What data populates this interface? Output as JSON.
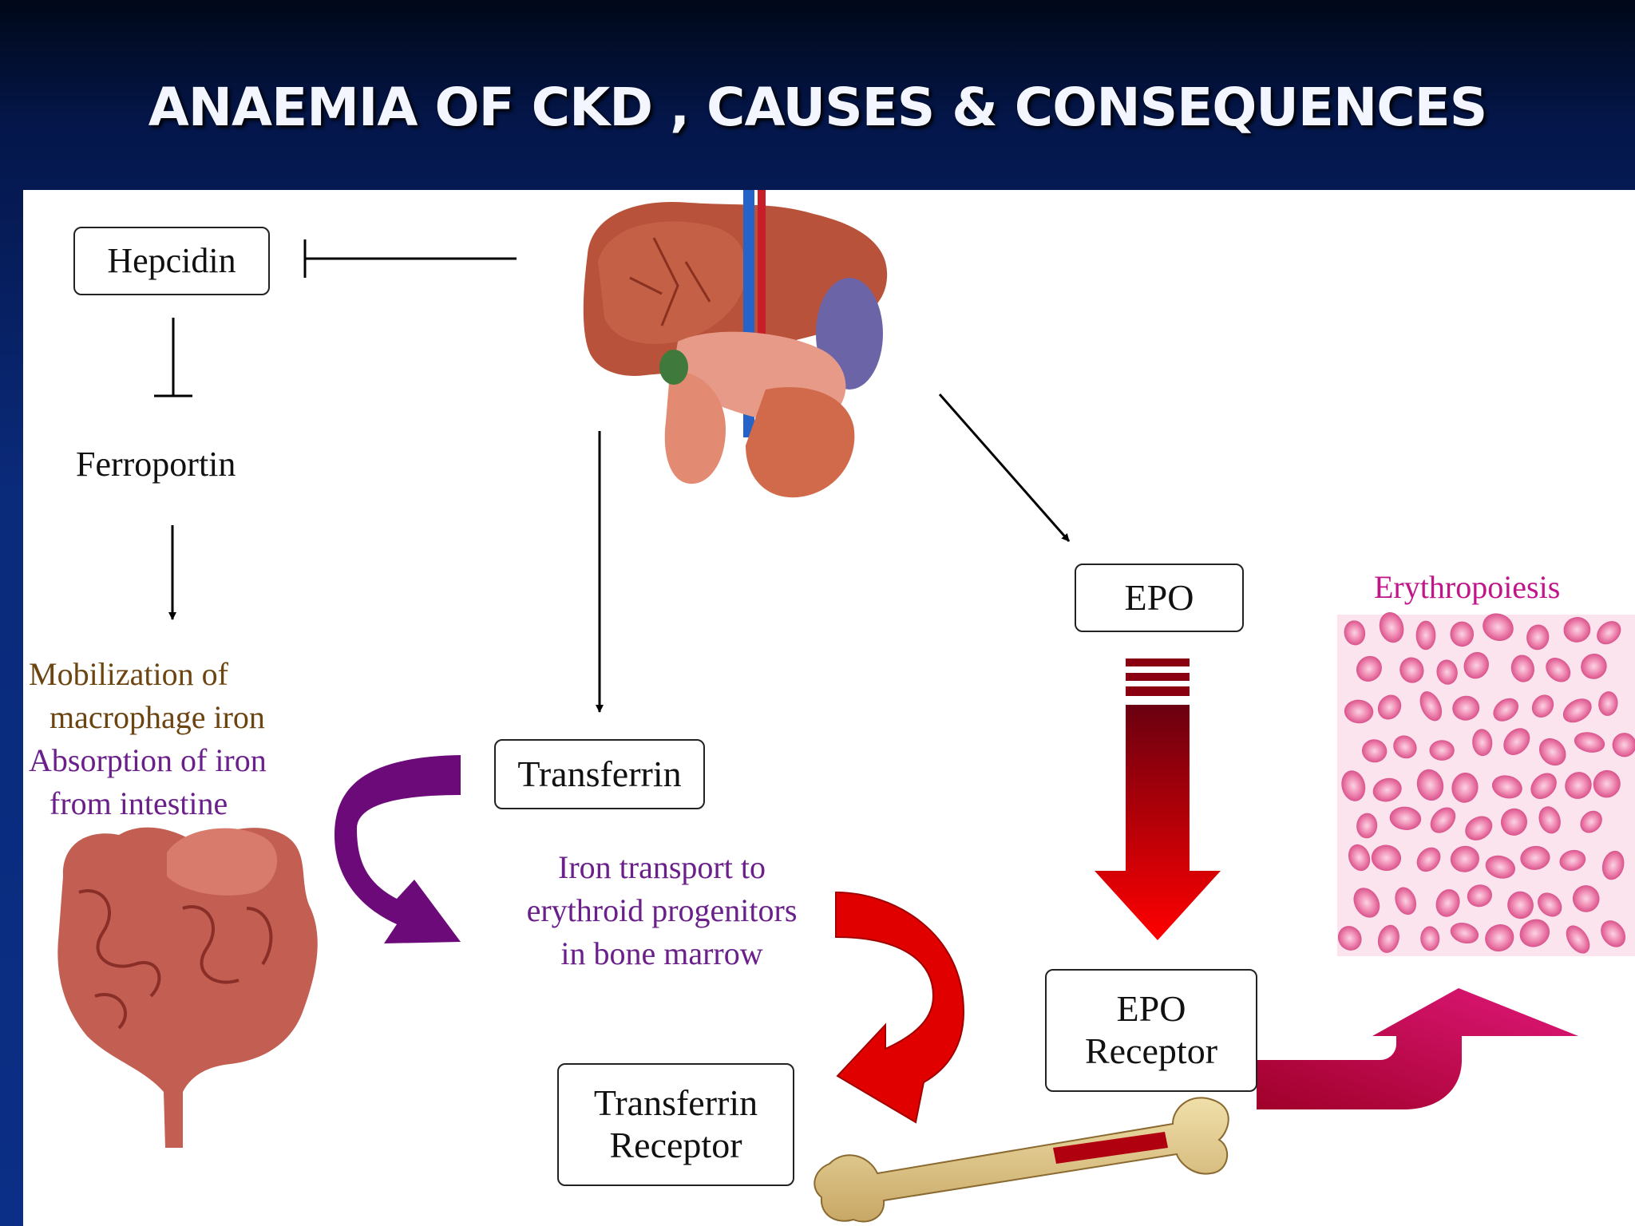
{
  "title": "ANAEMIA OF  CKD , CAUSES & CONSEQUENCES",
  "nodes": {
    "hepcidin": "Hepcidin",
    "ferroportin": "Ferroportin",
    "mobilization_line1": "Mobilization of",
    "mobilization_line2": "macrophage iron",
    "absorption_line1": "Absorption of iron",
    "absorption_line2": "from intestine",
    "transferrin": "Transferrin",
    "iron_transport_line1": "Iron transport to",
    "iron_transport_line2": "erythroid progenitors",
    "iron_transport_line3": "in bone marrow",
    "transferrin_receptor_line1": "Transferrin",
    "transferrin_receptor_line2": "Receptor",
    "epo": "EPO",
    "epo_receptor_line1": "EPO",
    "epo_receptor_line2": "Receptor",
    "erythropoiesis": "Erythropoiesis"
  },
  "colors": {
    "brown_text": "#6b4410",
    "purple_text": "#6a1f8a",
    "magenta_text": "#c0168a",
    "purple_arrow": "#6d0a7a",
    "red_arrow": "#e00000",
    "dark_red_arrow": "#8a0010",
    "magenta_arrow": "#b0004a"
  },
  "icons": [
    "liver-illustration",
    "intestine-illustration",
    "bone-illustration",
    "red-blood-cells-image"
  ]
}
